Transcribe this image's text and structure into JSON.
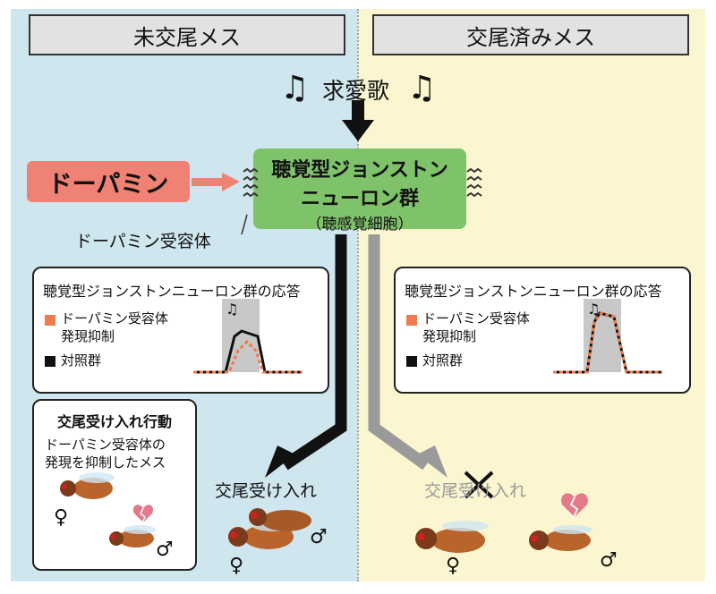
{
  "headers": {
    "left": "未交尾メス",
    "right": "交尾済みメス"
  },
  "song": {
    "label": "求愛歌"
  },
  "neuron": {
    "line1": "聴覚型ジョンストン",
    "line2": "ニューロン群",
    "line3": "（聴感覚細胞）"
  },
  "dopamine": {
    "label": "ドーパミン",
    "receptor_label": "ドーパミン受容体"
  },
  "response_left": {
    "title": "聴覚型ジョンストンニューロン群の応答",
    "legend": [
      {
        "label": "ドーパミン受容体\n発現抑制",
        "color": "#f07a4e"
      },
      {
        "label": "対照群",
        "color": "#111111"
      }
    ]
  },
  "response_right": {
    "title": "聴覚型ジョンストンニューロン群の応答",
    "legend": [
      {
        "label": "ドーパミン受容体\n発現抑制",
        "color": "#f07a4e"
      },
      {
        "label": "対照群",
        "color": "#111111"
      }
    ]
  },
  "behavior": {
    "title": "交尾受け入れ行動",
    "desc_line1": "ドーパミン受容体の",
    "desc_line2": "発現を抑制したメス"
  },
  "outcome_left": "交尾受け入れ",
  "outcome_right": "交尾受け入れ",
  "symbols": {
    "female": "♀",
    "male": "♂",
    "note": "♫"
  },
  "colors": {
    "left_bg": "#cfe6ee",
    "right_bg": "#fbf6cf",
    "green": "#7ec26a",
    "dopamine": "#ef8275",
    "orange_trace": "#f07a4e"
  }
}
